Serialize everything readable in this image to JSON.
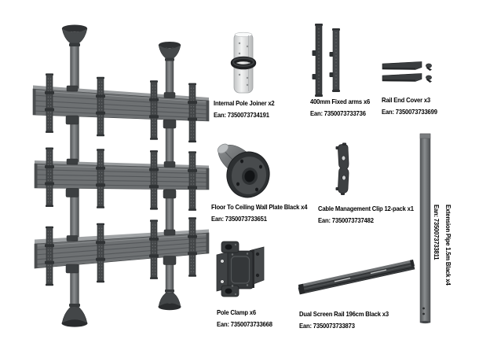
{
  "colors": {
    "background": "#ffffff",
    "text": "#000000",
    "part_dark": "#3a3d3f",
    "metal_gray": "#6e7173",
    "metal_light": "#989b9d",
    "joiner_silver": "#e8e9e9"
  },
  "parts": [
    {
      "id": "internal-pole-joiner",
      "label": "Internal Pole Joiner x2",
      "ean": "Ean: 7350073734191"
    },
    {
      "id": "fixed-arms",
      "label": "400mm Fixed arms x6",
      "ean": "Ean: 7350073733736"
    },
    {
      "id": "rail-end-cover",
      "label": "Rail End Cover x3",
      "ean": "Ean: 7350073733699"
    },
    {
      "id": "wall-plate",
      "label": "Floor To Ceiling Wall Plate Black x4",
      "ean": "Ean: 7350073733651"
    },
    {
      "id": "cable-clip",
      "label": "Cable Management Clip 12-pack x1",
      "ean": "Ean: 7350073737482"
    },
    {
      "id": "pole-clamp",
      "label": "Pole Clamp x6",
      "ean": "Ean: 7350073733668"
    },
    {
      "id": "dual-screen-rail",
      "label": "Dual Screen Rail 196cm Black x3",
      "ean": "Ean: 7350073733873"
    },
    {
      "id": "extension-pipe",
      "label": "Extension Pipe 1.5m Black x4",
      "ean": "Ean: 7350073733811"
    }
  ]
}
